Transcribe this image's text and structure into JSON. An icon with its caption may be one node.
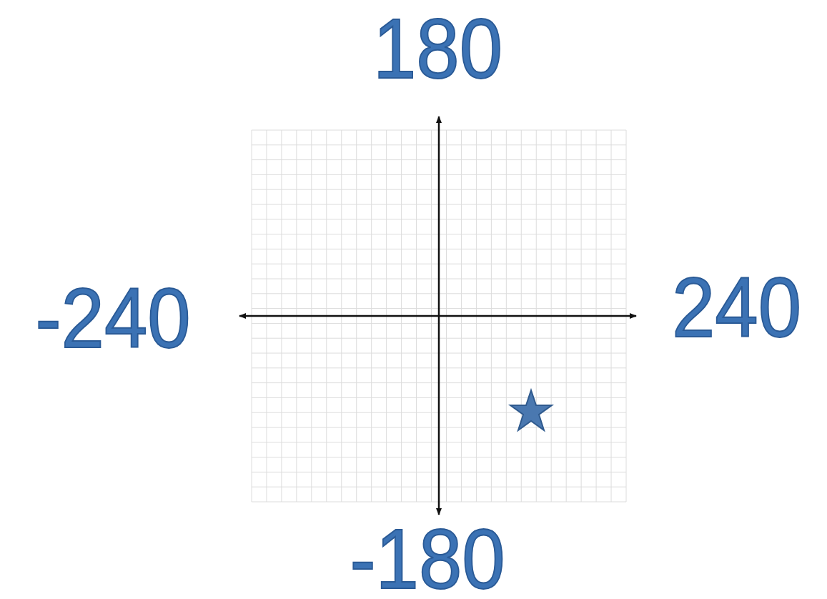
{
  "diagram": {
    "labels": [
      "180",
      "-240",
      "240",
      "-180"
    ]
  }
}
